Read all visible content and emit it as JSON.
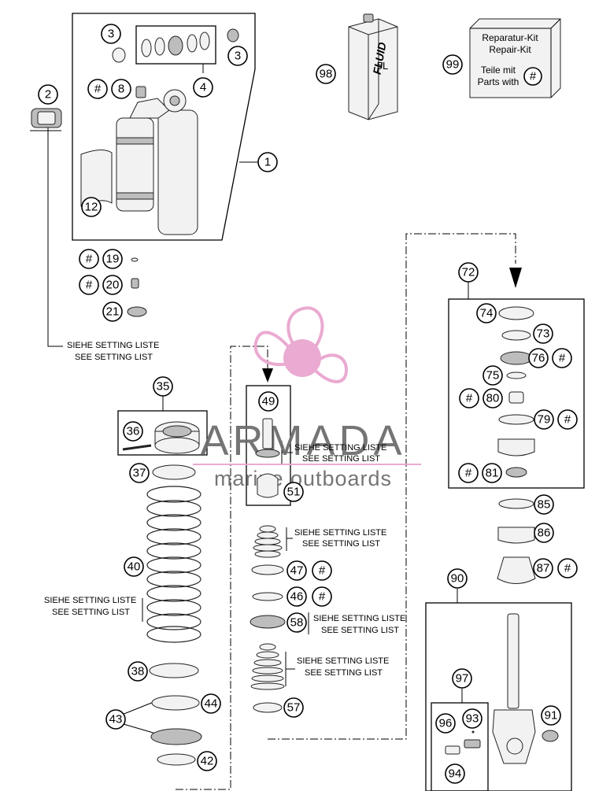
{
  "callouts": {
    "c1": "1",
    "c2": "2",
    "c3a": "3",
    "c3b": "3",
    "c4": "4",
    "c8": "8",
    "c12": "12",
    "c19": "19",
    "c20": "20",
    "c21": "21",
    "c35": "35",
    "c36": "36",
    "c37": "37",
    "c38": "38",
    "c40": "40",
    "c42": "42",
    "c43": "43",
    "c44": "44",
    "c46": "46",
    "c47": "47",
    "c49": "49",
    "c51": "51",
    "c57": "57",
    "c58": "58",
    "c72": "72",
    "c73": "73",
    "c74": "74",
    "c75": "75",
    "c76": "76",
    "c79": "79",
    "c80": "80",
    "c81": "81",
    "c85": "85",
    "c86": "86",
    "c87": "87",
    "c90": "90",
    "c91": "91",
    "c93": "93",
    "c94": "94",
    "c96": "96",
    "c97": "97",
    "c98": "98",
    "c99": "99"
  },
  "hash": "#",
  "notes": {
    "siehe": "SIEHE SETTING LISTE",
    "see": "SEE SETTING LIST"
  },
  "fluid_can": {
    "label": "FLUID",
    "volume": "5L"
  },
  "repair_kit": {
    "line1": "Reparatur-Kit",
    "line2": "Repair-Kit",
    "line3": "Teile mit",
    "line4": "Parts with"
  },
  "watermark": {
    "brand": "ARMADA",
    "tagline": "marine outboards"
  },
  "colors": {
    "watermark_pink": "#e9a6cf",
    "watermark_text": "#6e6e6e",
    "line": "#000000"
  }
}
